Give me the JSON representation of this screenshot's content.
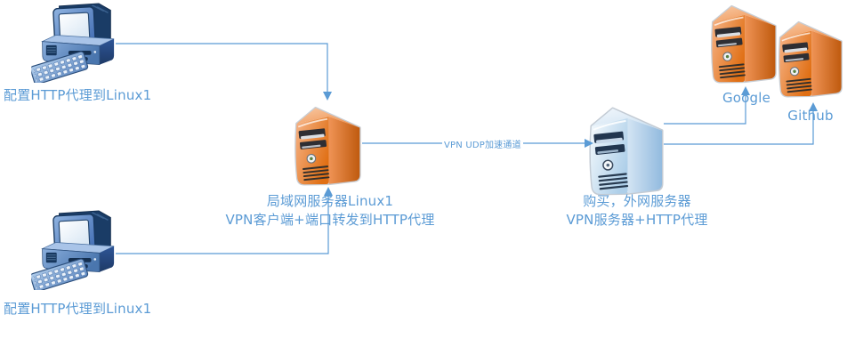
{
  "colors": {
    "connector": "#5B9BD5",
    "label_text": "#5B9BD5",
    "server_orange": "#ED7D31",
    "server_blue": "#BDD7EE",
    "pc_blue": "#4472C4",
    "background": "#FFFFFF"
  },
  "nodes": {
    "pc_top": {
      "label": "配置HTTP代理到Linux1"
    },
    "pc_bottom": {
      "label": "配置HTTP代理到Linux1"
    },
    "lan_server": {
      "label_line1": "局域网服务器Linux1",
      "label_line2": "VPN客户端+端口转发到HTTP代理"
    },
    "wan_server": {
      "label_line1": "购买，外网服务器",
      "label_line2": "VPN服务器+HTTP代理"
    },
    "google_server": {
      "label": "Google"
    },
    "github_server": {
      "label": "Github"
    }
  },
  "edges": {
    "vpn_tunnel": {
      "label": "VPN UDP加速通道"
    }
  }
}
